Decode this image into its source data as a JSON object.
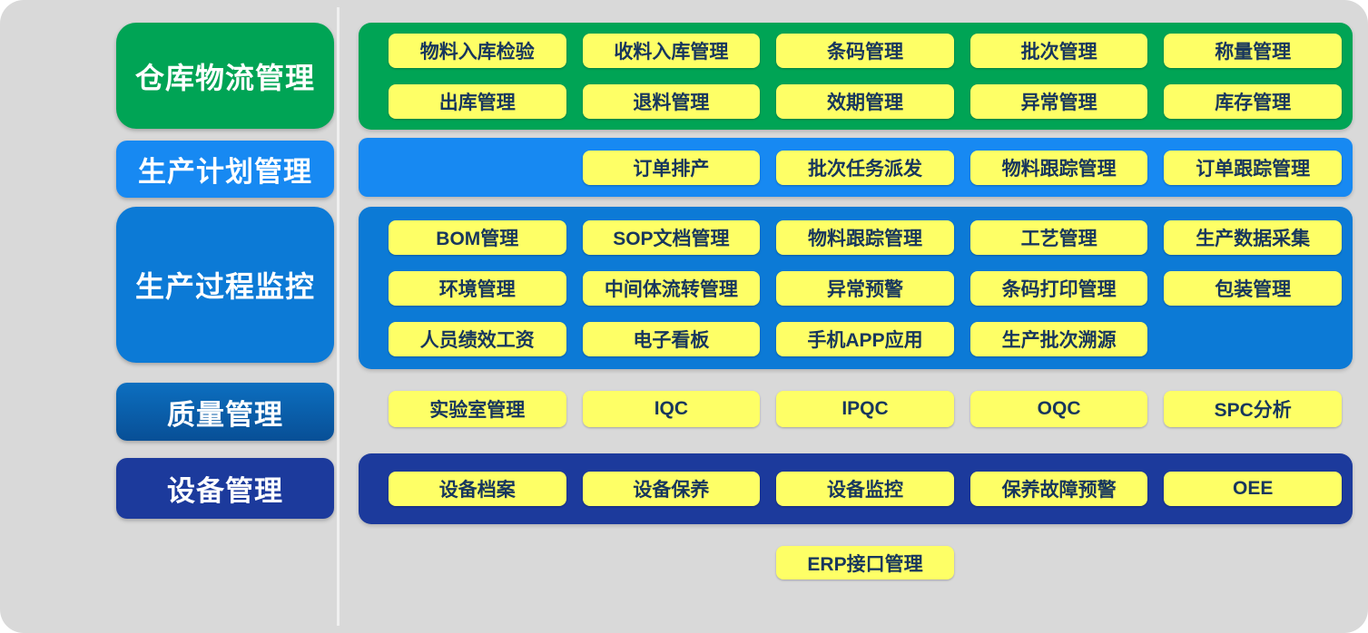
{
  "colors": {
    "background": "#d9d9d9",
    "chip_fill": "#feff66",
    "chip_text": "#17365d",
    "warehouse_green": "#00a455",
    "planning_blue": "#1789f2",
    "process_blue": "#0c7ad6",
    "quality_blue": "#0a5fae",
    "equipment_navy": "#1c3a9c",
    "label_text": "#ffffff"
  },
  "bands": [
    {
      "id": "warehouse",
      "label": "仓库物流管理",
      "rows": [
        [
          {
            "label": "物料入库检验",
            "col": 1
          },
          {
            "label": "收料入库管理",
            "col": 2
          },
          {
            "label": "条码管理",
            "col": 3
          },
          {
            "label": "批次管理",
            "col": 4
          },
          {
            "label": "称量管理",
            "col": 5
          }
        ],
        [
          {
            "label": "出库管理",
            "col": 1
          },
          {
            "label": "退料管理",
            "col": 2
          },
          {
            "label": "效期管理",
            "col": 3
          },
          {
            "label": "异常管理",
            "col": 4
          },
          {
            "label": "库存管理",
            "col": 5
          }
        ]
      ]
    },
    {
      "id": "planning",
      "label": "生产计划管理",
      "rows": [
        [
          {
            "label": "订单排产",
            "col": 2
          },
          {
            "label": "批次任务派发",
            "col": 3
          },
          {
            "label": "物料跟踪管理",
            "col": 4
          },
          {
            "label": "订单跟踪管理",
            "col": 5
          }
        ]
      ]
    },
    {
      "id": "process",
      "label": "生产过程监控",
      "rows": [
        [
          {
            "label": "BOM管理",
            "col": 1
          },
          {
            "label": "SOP文档管理",
            "col": 2
          },
          {
            "label": "物料跟踪管理",
            "col": 3
          },
          {
            "label": "工艺管理",
            "col": 4
          },
          {
            "label": "生产数据采集",
            "col": 5
          }
        ],
        [
          {
            "label": "环境管理",
            "col": 1
          },
          {
            "label": "中间体流转管理",
            "col": 2
          },
          {
            "label": "异常预警",
            "col": 3
          },
          {
            "label": "条码打印管理",
            "col": 4
          },
          {
            "label": "包装管理",
            "col": 5
          }
        ],
        [
          {
            "label": "人员绩效工资",
            "col": 1
          },
          {
            "label": "电子看板",
            "col": 2
          },
          {
            "label": "手机APP应用",
            "col": 3
          },
          {
            "label": "生产批次溯源",
            "col": 4
          }
        ]
      ]
    },
    {
      "id": "quality",
      "label": "质量管理",
      "rows": [
        [
          {
            "label": "实验室管理",
            "col": 1
          },
          {
            "label": "IQC",
            "col": 2
          },
          {
            "label": "IPQC",
            "col": 3
          },
          {
            "label": "OQC",
            "col": 4
          },
          {
            "label": "SPC分析",
            "col": 5
          }
        ]
      ]
    },
    {
      "id": "equipment",
      "label": "设备管理",
      "rows": [
        [
          {
            "label": "设备档案",
            "col": 1
          },
          {
            "label": "设备保养",
            "col": 2
          },
          {
            "label": "设备监控",
            "col": 3
          },
          {
            "label": "保养故障预警",
            "col": 4
          },
          {
            "label": "OEE",
            "col": 5
          }
        ]
      ]
    }
  ],
  "footer": {
    "erp_button": "ERP接口管理"
  }
}
